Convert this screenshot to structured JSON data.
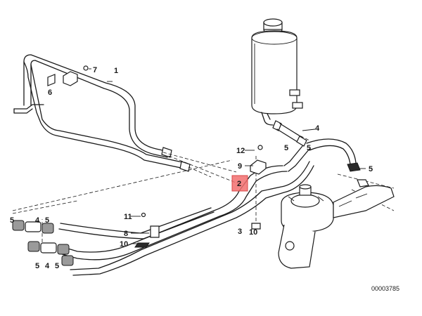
{
  "diagram": {
    "callouts": {
      "hose_1": "1",
      "pipe_2": "2",
      "pipe_3": "3",
      "part_4_top": "4",
      "part_5_top_a": "5",
      "part_5_top_b": "5",
      "part_5_right": "5",
      "part_6": "6",
      "part_7": "7",
      "part_8": "8",
      "part_9": "9",
      "part_10_center": "10",
      "part_10_left": "10",
      "part_11": "11",
      "part_12": "12",
      "left_upper_5a": "5",
      "left_upper_4": "4",
      "left_upper_5b": "5",
      "left_lower_5a": "5",
      "left_lower_4": "4",
      "left_lower_5b": "5"
    },
    "highlight_color": "#f26f6f",
    "document_number": "00003785"
  }
}
